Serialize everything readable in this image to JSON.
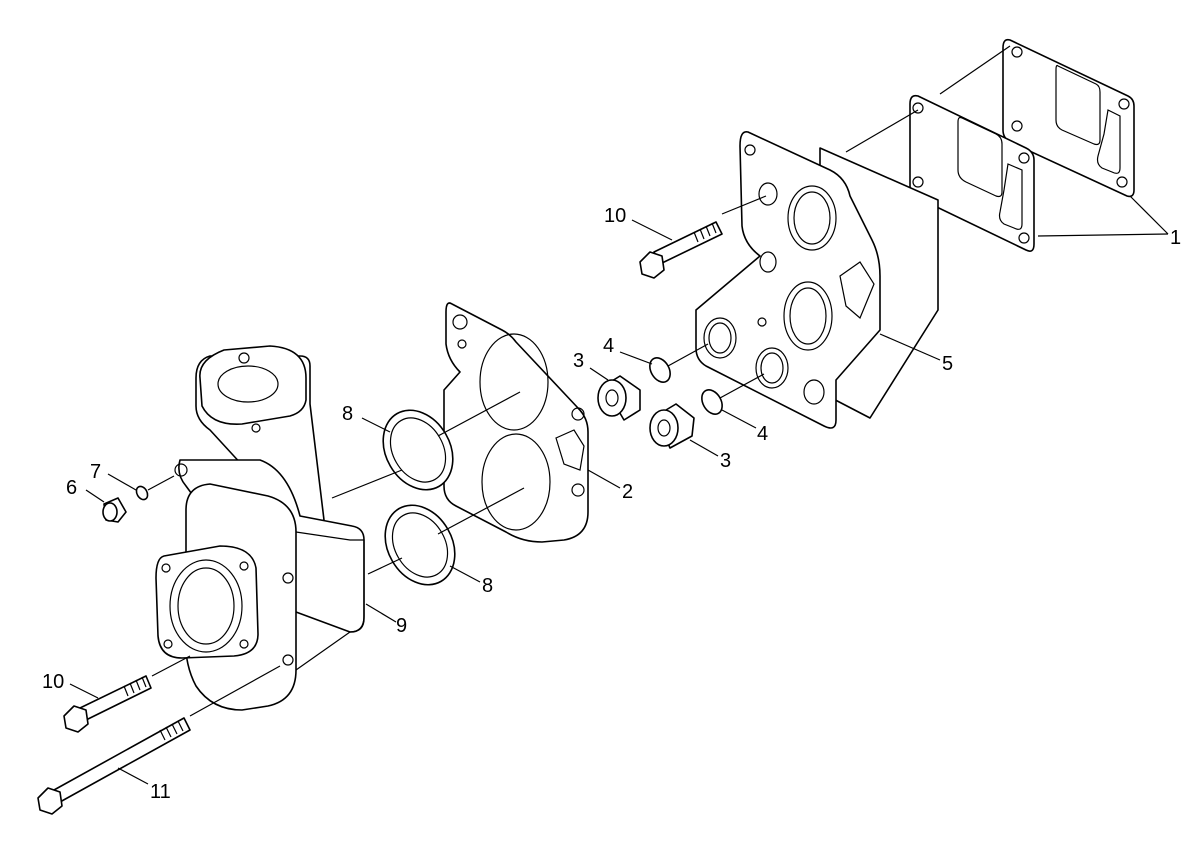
{
  "callouts": {
    "c1": "1",
    "c2": "2",
    "c3a": "3",
    "c3b": "3",
    "c4a": "4",
    "c4b": "4",
    "c5": "5",
    "c6": "6",
    "c7": "7",
    "c8a": "8",
    "c8b": "8",
    "c9": "9",
    "c10a": "10",
    "c10b": "10",
    "c11": "11"
  }
}
